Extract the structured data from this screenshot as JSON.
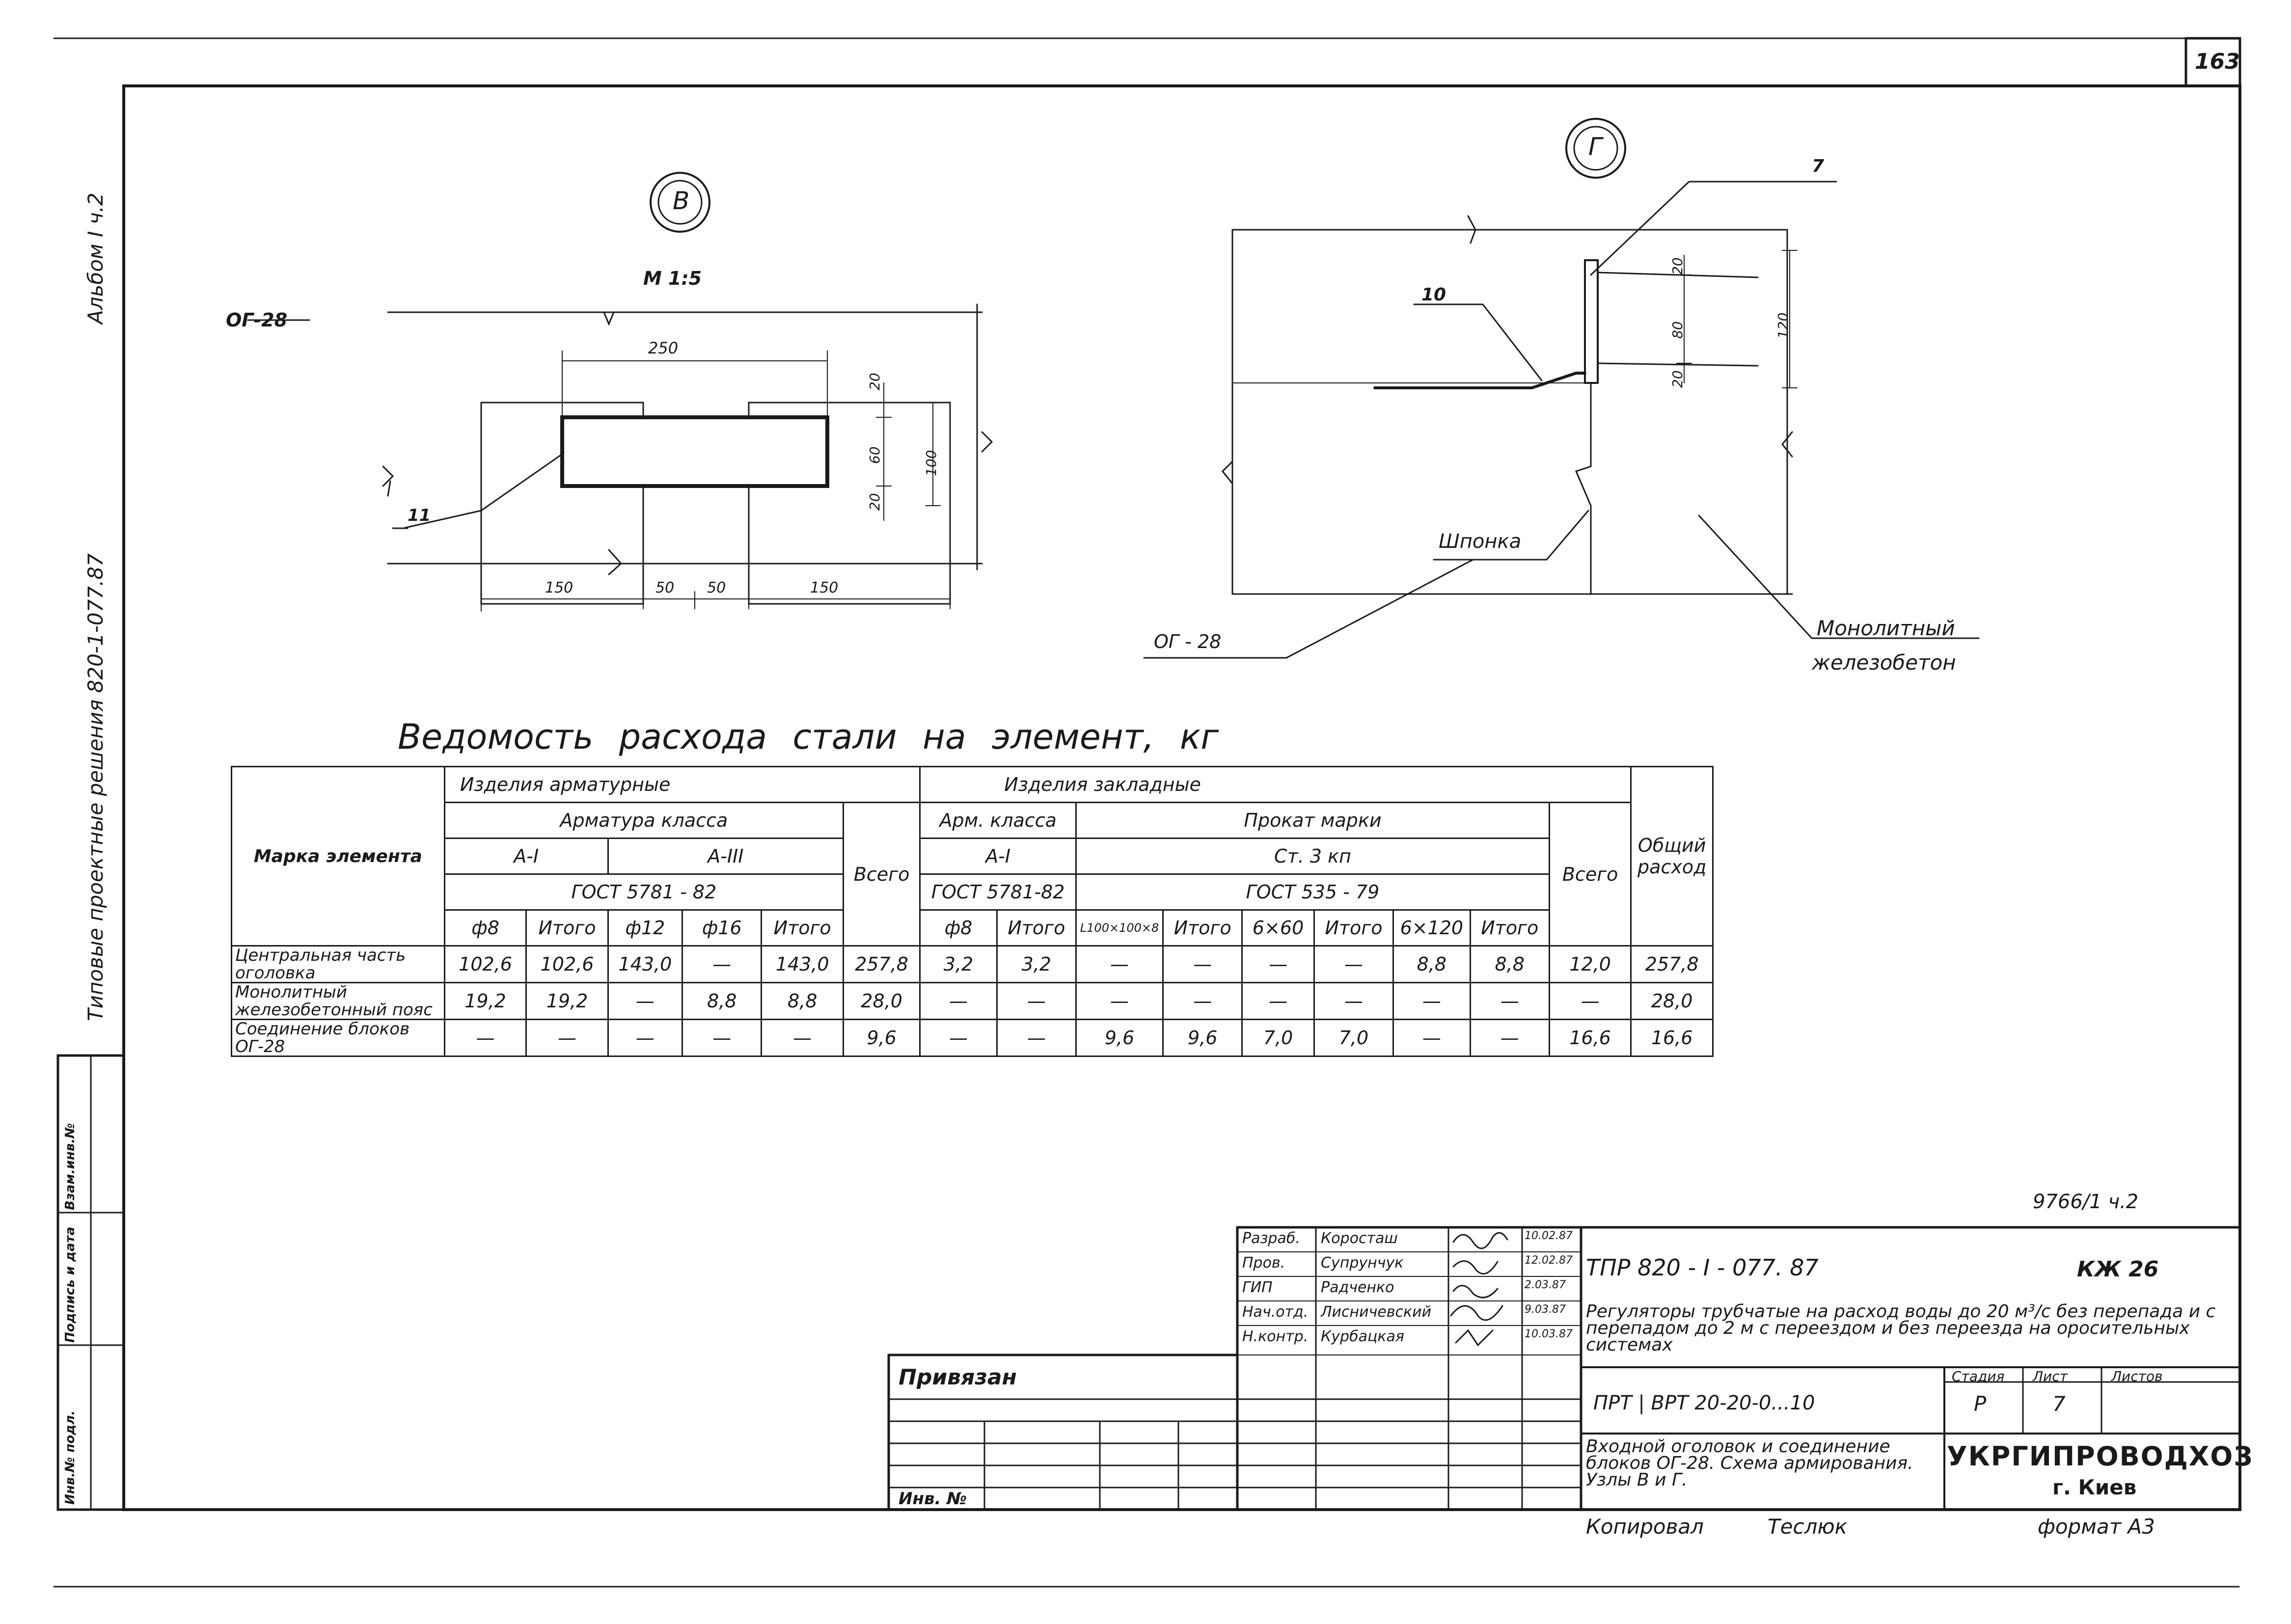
{
  "sheet": {
    "page_number": "163",
    "album": "Альбом I ч.2",
    "series_title": "Типовые проектные решения 820-1-077.87",
    "side_stamp": [
      "Инв.№ подл.",
      "Подпись и дата",
      "Взам.инв.№"
    ],
    "copied_by": "Копировал",
    "copier_name": "Теслюк",
    "format": "формат А3",
    "sheet_id": "9766/1 ч.2"
  },
  "node_v": {
    "label": "В",
    "scale": "М 1:5",
    "element": "ОГ-28",
    "pos_11": "11",
    "dims": [
      "250",
      "20",
      "60",
      "20",
      "100",
      "150",
      "50",
      "50",
      "150"
    ]
  },
  "node_g": {
    "label": "Г",
    "pos_7": "7",
    "pos_10": "10",
    "dims": [
      "20",
      "80",
      "20",
      "120"
    ],
    "key_label": "Шпонка",
    "element": "ОГ - 28",
    "concrete_label_1": "Монолитный",
    "concrete_label_2": "железобетон"
  },
  "steel_table": {
    "title": "Ведомость расхода стали на элемент, кг",
    "h_mark": "Марка элемента",
    "h_reinf": "Изделия арматурные",
    "h_embed": "Изделия закладные",
    "h_reinf_class": "Арматура класса",
    "h_arm_class": "Арм. класса",
    "h_rolled": "Прокат марки",
    "h_total": "Всего",
    "h_total2": "Всего",
    "h_general": "Общий расход",
    "h_a1": "А-I",
    "h_a3": "А-III",
    "h_a1b": "А-I",
    "h_st3": "Ст. 3 кп",
    "h_gost1": "ГОСТ 5781 - 82",
    "h_gost2": "ГОСТ 5781-82",
    "h_gost3": "ГОСТ 535 - 79",
    "cols": [
      "ф8",
      "Итого",
      "ф12",
      "ф16",
      "Итого",
      "ф8",
      "Итого",
      "L100×100×8",
      "Итого",
      "6×60",
      "Итого",
      "6×120",
      "Итого"
    ],
    "rows": [
      {
        "name": "Центральная часть оголовка",
        "cells": [
          "102,6",
          "102,6",
          "143,0",
          "—",
          "143,0",
          "257,8",
          "3,2",
          "3,2",
          "—",
          "—",
          "—",
          "—",
          "8,8",
          "8,8",
          "12,0",
          "257,8"
        ]
      },
      {
        "name": "Монолитный железобетонный пояс",
        "cells": [
          "19,2",
          "19,2",
          "—",
          "8,8",
          "8,8",
          "28,0",
          "—",
          "—",
          "—",
          "—",
          "—",
          "—",
          "—",
          "—",
          "—",
          "28,0"
        ]
      },
      {
        "name": "Соединение блоков ОГ-28",
        "cells": [
          "—",
          "—",
          "—",
          "—",
          "—",
          "9,6",
          "—",
          "—",
          "9,6",
          "9,6",
          "7,0",
          "7,0",
          "—",
          "—",
          "16,6",
          "16,6"
        ]
      }
    ]
  },
  "title_block": {
    "signers": [
      {
        "role": "Разраб.",
        "name": "Коросташ",
        "date": "10.02.87"
      },
      {
        "role": "Пров.",
        "name": "Супрунчук",
        "date": "12.02.87"
      },
      {
        "role": "ГИП",
        "name": "Радченко",
        "date": "2.03.87"
      },
      {
        "role": "Нач.отд.",
        "name": "Лисничевский",
        "date": "9.03.87"
      },
      {
        "role": "Н.контр.",
        "name": "Курбацкая",
        "date": "10.03.87"
      }
    ],
    "project_code": "ТПР 820 - I - 077. 87",
    "drawing_mark": "КЖ 26",
    "description": "Регуляторы трубчатые на расход воды до 20 м³/с без перепада и с перепадом до 2 м с переездом и без переезда на оросительных системах",
    "doc_code": "ПРТ | ВРТ 20-20-0...10",
    "stage_header": "Стадия",
    "sheet_header": "Лист",
    "sheets_header": "Листов",
    "stage": "Р",
    "sheet": "7",
    "sheets": "",
    "drawing_title": "Входной оголовок и соединение блоков ОГ-28. Схема армирования. Узлы В и Г.",
    "organization": "УКРГИПРОВОДХОЗ",
    "city": "г. Киев",
    "binding": "Привязан",
    "inv_no": "Инв. №"
  }
}
